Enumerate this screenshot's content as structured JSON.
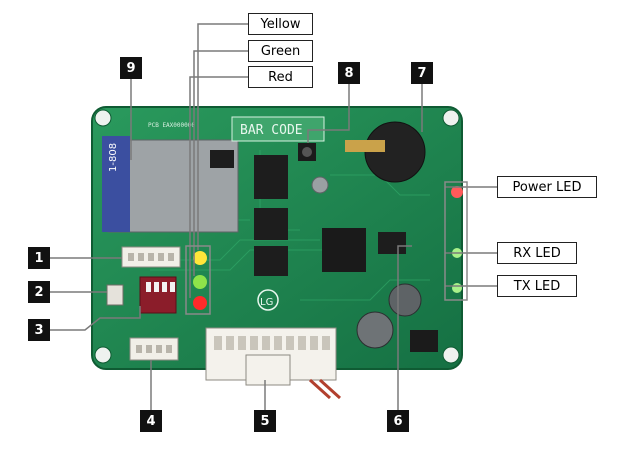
{
  "callouts": {
    "c1": "1",
    "c2": "2",
    "c3": "3",
    "c4": "4",
    "c5": "5",
    "c6": "6",
    "c7": "7",
    "c8": "8",
    "c9": "9"
  },
  "labels": {
    "yellow": "Yellow",
    "green": "Green",
    "red": "Red",
    "power_led": "Power LED",
    "rx_led": "RX LED",
    "tx_led": "TX LED"
  },
  "board_text": {
    "bar_code": "BAR CODE",
    "lg_logo": "LG",
    "pcb_code": "PCB EAX000000",
    "sd_label": "1-808"
  },
  "colors": {
    "pcb_green": "#1f8a4f",
    "pcb_dark": "#126a37",
    "led_yellow": "#ffe63a",
    "led_green": "#8ee34a",
    "led_red": "#ff2a2a",
    "line": "#7a7a7a"
  }
}
